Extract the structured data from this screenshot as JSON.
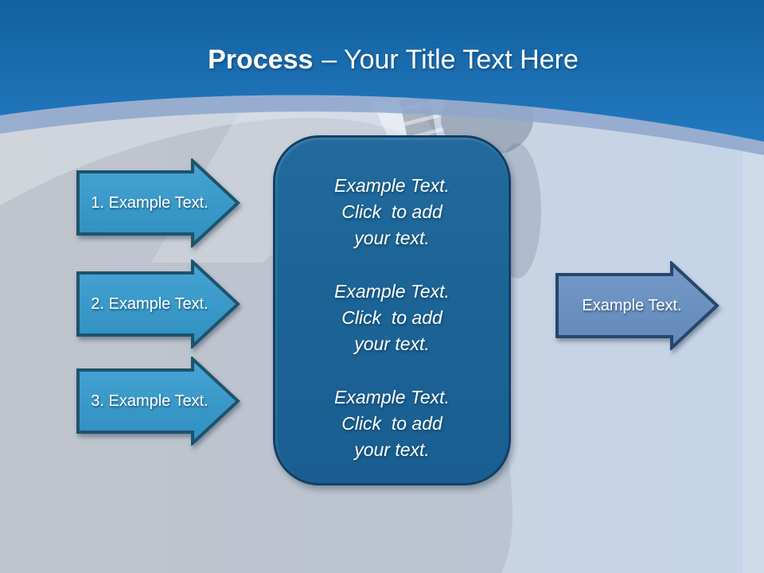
{
  "title": {
    "bold_part": "Process",
    "regular_part": "– Your Title Text Here"
  },
  "left_arrows": [
    {
      "label": "1. Example Text."
    },
    {
      "label": "2. Example Text."
    },
    {
      "label": "3. Example Text."
    }
  ],
  "center_box": {
    "paragraphs": [
      {
        "lines": [
          "Example Text.",
          "Click  to add",
          "your text."
        ]
      },
      {
        "lines": [
          "Example Text.",
          "Click  to add",
          "your text."
        ]
      },
      {
        "lines": [
          "Example Text.",
          "Click  to add",
          "your text."
        ]
      }
    ]
  },
  "right_arrow": {
    "label": "Example Text."
  },
  "colors": {
    "header_top": "#12619f",
    "header_bottom": "#2379bf",
    "arc_band": "#8fa7cd",
    "body_left": "#d0d5dc",
    "body_right": "#c5d4e8",
    "left_arrow_fill": "#3a9aca",
    "left_arrow_border": "#1d536b",
    "center_box_fill": "#1d6496",
    "center_box_border": "#123f63",
    "right_arrow_fill": "#6d95c3",
    "right_arrow_border": "#26466b",
    "text": "#ffffff"
  }
}
